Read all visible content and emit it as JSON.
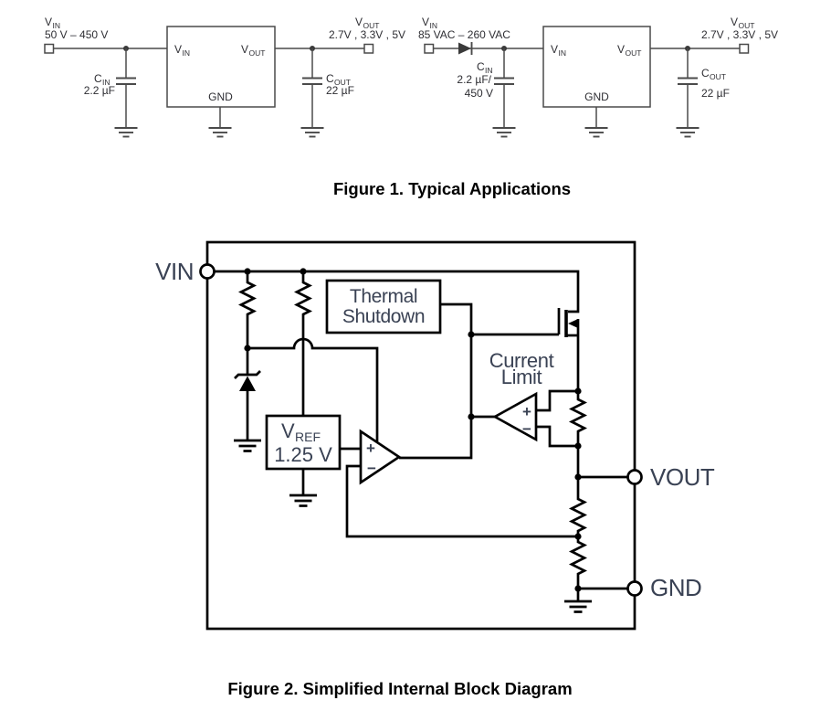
{
  "page": {
    "background": "#ffffff"
  },
  "colors": {
    "figure1_line": "#4a4a4a",
    "figure2_line": "#000000",
    "figure1_ink": "#2e2e33",
    "figure2_ink": "#3a4254",
    "caption_ink": "#000000"
  },
  "figure1": {
    "caption": "Figure 1. Typical Applications",
    "left": {
      "vin_label": "V",
      "vin_sub": "IN",
      "vin_range": "50 V – 450 V",
      "cin_label": "C",
      "cin_sub": "IN",
      "cin_value": "2.2 µF",
      "pin_vin": "V",
      "pin_vin_sub": "IN",
      "pin_vout": "V",
      "pin_vout_sub": "OUT",
      "pin_gnd": "GND",
      "cout_label": "C",
      "cout_sub": "OUT",
      "cout_value": "22 µF",
      "vout_label": "V",
      "vout_sub": "OUT",
      "vout_values": "2.7V , 3.3V , 5V"
    },
    "right": {
      "vin_label": "V",
      "vin_sub": "IN",
      "vin_range": "85 VAC – 260 VAC",
      "cin_label": "C",
      "cin_sub": "IN",
      "cin_value1": "2.2 µF/",
      "cin_value2": "450 V",
      "pin_vin": "V",
      "pin_vin_sub": "IN",
      "pin_vout": "V",
      "pin_vout_sub": "OUT",
      "pin_gnd": "GND",
      "cout_label": "C",
      "cout_sub": "OUT",
      "cout_value": "22 µF",
      "vout_label": "V",
      "vout_sub": "OUT",
      "vout_values": "2.7V , 3.3V , 5V"
    }
  },
  "figure2": {
    "caption": "Figure 2. Simplified Internal Block Diagram",
    "port_vin": "VIN",
    "port_vout": "VOUT",
    "port_gnd": "GND",
    "thermal_shutdown_line1": "Thermal",
    "thermal_shutdown_line2": "Shutdown",
    "current_limit_line1": "Current",
    "current_limit_line2": "Limit",
    "vref_label": "V",
    "vref_sub": "REF",
    "vref_value": "1.25 V",
    "error_amp_plus": "+",
    "error_amp_minus": "−",
    "current_limit_plus": "+",
    "current_limit_minus": "−"
  }
}
